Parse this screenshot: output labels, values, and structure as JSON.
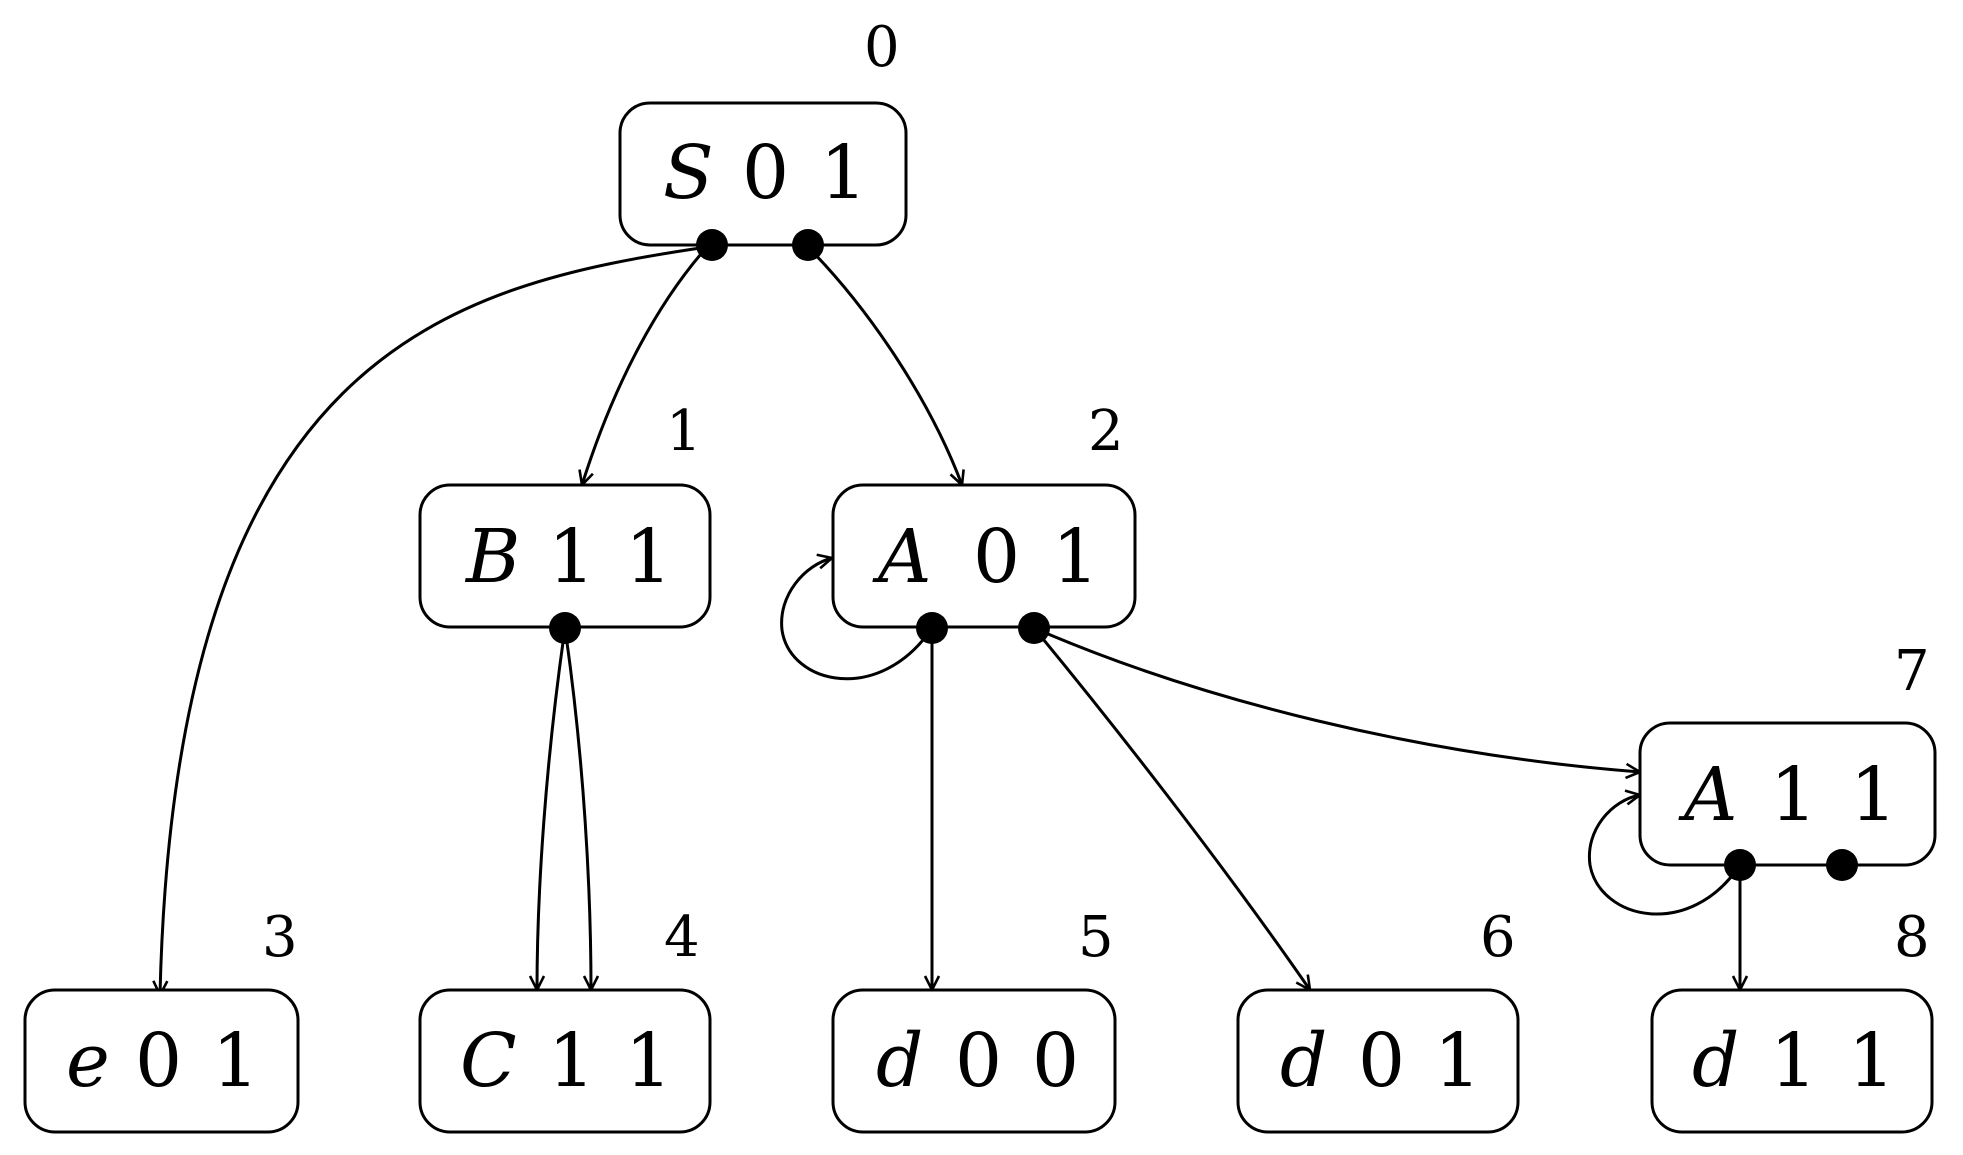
{
  "nodes": [
    {
      "id": "0",
      "symbol": "S",
      "a": "0",
      "b": "1"
    },
    {
      "id": "1",
      "symbol": "B",
      "a": "1",
      "b": "1"
    },
    {
      "id": "2",
      "symbol": "A",
      "a": "0",
      "b": "1"
    },
    {
      "id": "3",
      "symbol": "e",
      "a": "0",
      "b": "1"
    },
    {
      "id": "4",
      "symbol": "C",
      "a": "1",
      "b": "1"
    },
    {
      "id": "5",
      "symbol": "d",
      "a": "0",
      "b": "0"
    },
    {
      "id": "6",
      "symbol": "d",
      "a": "0",
      "b": "1"
    },
    {
      "id": "7",
      "symbol": "A",
      "a": "1",
      "b": "1"
    },
    {
      "id": "8",
      "symbol": "d",
      "a": "1",
      "b": "1"
    }
  ],
  "edges": [
    {
      "from": "0",
      "to": "3"
    },
    {
      "from": "0",
      "to": "1"
    },
    {
      "from": "0",
      "to": "2"
    },
    {
      "from": "1",
      "to": "4"
    },
    {
      "from": "1",
      "to": "4"
    },
    {
      "from": "2",
      "to": "2"
    },
    {
      "from": "2",
      "to": "5"
    },
    {
      "from": "2",
      "to": "6"
    },
    {
      "from": "2",
      "to": "7"
    },
    {
      "from": "7",
      "to": "7"
    },
    {
      "from": "7",
      "to": "8"
    }
  ]
}
